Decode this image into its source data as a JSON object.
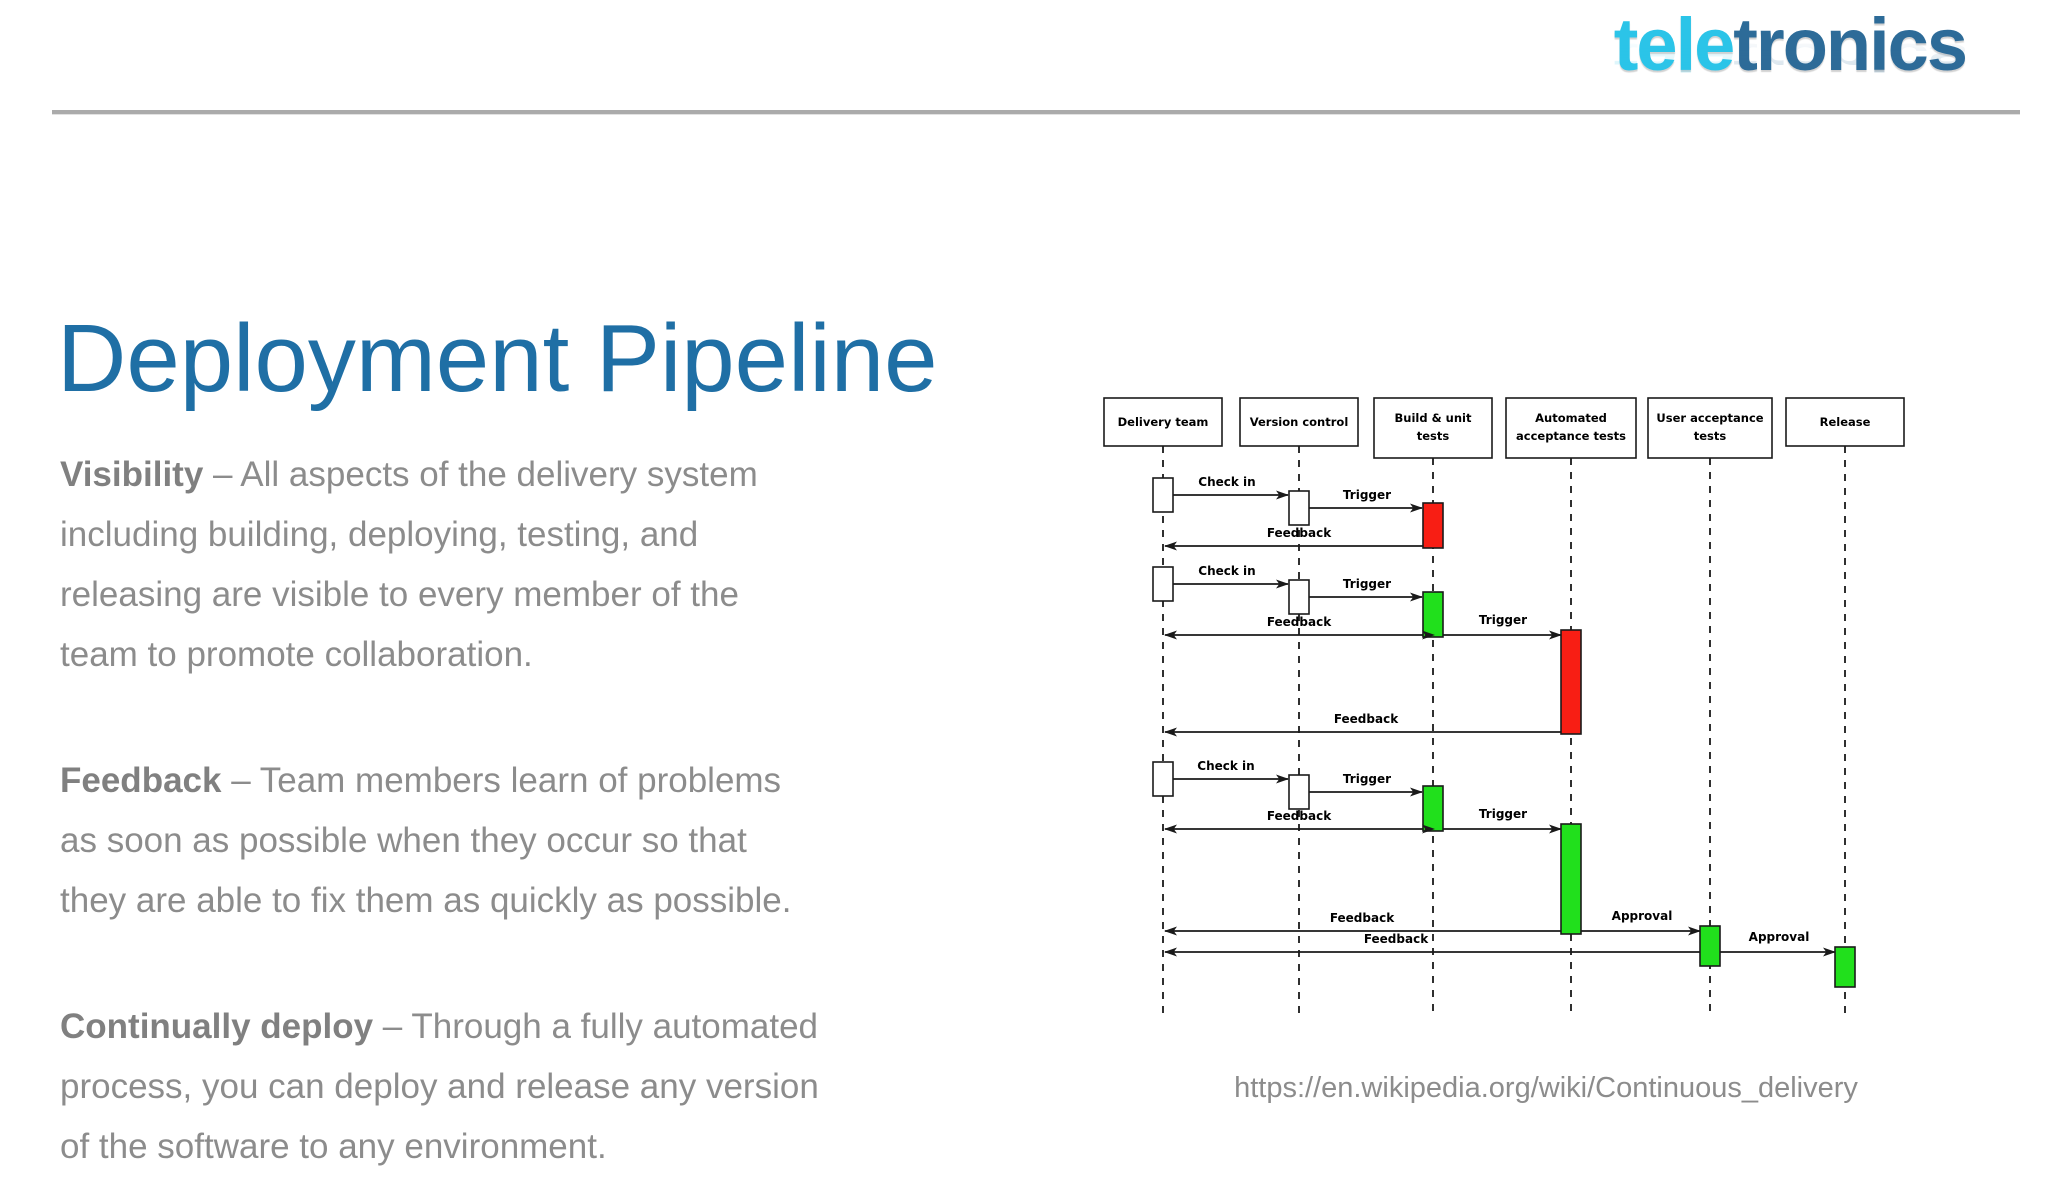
{
  "header": {
    "logo_part1": "tele",
    "logo_part2": "tronics",
    "logo_full": "teletronics"
  },
  "title": "Deployment Pipeline",
  "body": {
    "blocks": [
      {
        "term": "Visibility",
        "dash": " – ",
        "text": "All aspects of the delivery system including building, deploying, testing, and releasing are visible to every member of the team to promote collaboration."
      },
      {
        "term": "Feedback",
        "dash": " – ",
        "text": "Team members learn of problems as soon as possible when they occur so that they are able to fix them as quickly as possible."
      },
      {
        "term": "Continually deploy",
        "dash": " – ",
        "text": "Through a fully automated process, you can deploy and release any version of the software to any environment."
      }
    ]
  },
  "diagram": {
    "caption": "https://en.wikipedia.org/wiki/Continuous_delivery",
    "colors": {
      "pass": "#21E01C",
      "fail": "#F81E14",
      "stroke": "#1A1A1A",
      "neutral": "#FFFFFF"
    },
    "lanes": [
      {
        "id": "delivery-team",
        "label": "Delivery team"
      },
      {
        "id": "version-control",
        "label": "Version control"
      },
      {
        "id": "build-unit-tests",
        "label": "Build & unit\ntests",
        "line1": "Build & unit",
        "line2": "tests"
      },
      {
        "id": "automated-acceptance-tests",
        "label": "Automated\nacceptance tests",
        "line1": "Automated",
        "line2": "acceptance tests"
      },
      {
        "id": "user-acceptance-tests",
        "label": "User acceptance\ntests",
        "line1": "User acceptance",
        "line2": "tests"
      },
      {
        "id": "release",
        "label": "Release"
      }
    ],
    "messages": [
      {
        "id": "m1",
        "label": "Check in",
        "from": "delivery-team",
        "to": "version-control"
      },
      {
        "id": "m2",
        "label": "Trigger",
        "from": "version-control",
        "to": "build-unit-tests"
      },
      {
        "id": "m3",
        "label": "Feedback",
        "from": "build-unit-tests",
        "to": "delivery-team"
      },
      {
        "id": "m4",
        "label": "Check in",
        "from": "delivery-team",
        "to": "version-control"
      },
      {
        "id": "m5",
        "label": "Trigger",
        "from": "version-control",
        "to": "build-unit-tests"
      },
      {
        "id": "m6",
        "label": "Feedback",
        "from": "build-unit-tests",
        "to": "delivery-team"
      },
      {
        "id": "m7",
        "label": "Trigger",
        "from": "build-unit-tests",
        "to": "automated-acceptance-tests"
      },
      {
        "id": "m8",
        "label": "Feedback",
        "from": "automated-acceptance-tests",
        "to": "delivery-team"
      },
      {
        "id": "m9",
        "label": "Check in",
        "from": "delivery-team",
        "to": "version-control"
      },
      {
        "id": "m10",
        "label": "Trigger",
        "from": "version-control",
        "to": "build-unit-tests"
      },
      {
        "id": "m11",
        "label": "Feedback",
        "from": "build-unit-tests",
        "to": "delivery-team"
      },
      {
        "id": "m12",
        "label": "Trigger",
        "from": "build-unit-tests",
        "to": "automated-acceptance-tests"
      },
      {
        "id": "m13",
        "label": "Feedback",
        "from": "automated-acceptance-tests",
        "to": "delivery-team"
      },
      {
        "id": "m14",
        "label": "Approval",
        "from": "automated-acceptance-tests",
        "to": "user-acceptance-tests"
      },
      {
        "id": "m15",
        "label": "Feedback",
        "from": "user-acceptance-tests",
        "to": "delivery-team"
      },
      {
        "id": "m16",
        "label": "Approval",
        "from": "user-acceptance-tests",
        "to": "release"
      }
    ],
    "activations": [
      {
        "id": "a1",
        "lane": "delivery-team",
        "state": "neutral"
      },
      {
        "id": "a2",
        "lane": "version-control",
        "state": "neutral"
      },
      {
        "id": "a3",
        "lane": "build-unit-tests",
        "state": "fail"
      },
      {
        "id": "a4",
        "lane": "delivery-team",
        "state": "neutral"
      },
      {
        "id": "a5",
        "lane": "version-control",
        "state": "neutral"
      },
      {
        "id": "a6",
        "lane": "build-unit-tests",
        "state": "pass"
      },
      {
        "id": "a7",
        "lane": "automated-acceptance-tests",
        "state": "fail"
      },
      {
        "id": "a8",
        "lane": "delivery-team",
        "state": "neutral"
      },
      {
        "id": "a9",
        "lane": "version-control",
        "state": "neutral"
      },
      {
        "id": "a10",
        "lane": "build-unit-tests",
        "state": "pass"
      },
      {
        "id": "a11",
        "lane": "automated-acceptance-tests",
        "state": "pass"
      },
      {
        "id": "a12",
        "lane": "user-acceptance-tests",
        "state": "pass"
      },
      {
        "id": "a13",
        "lane": "release",
        "state": "pass"
      }
    ]
  }
}
